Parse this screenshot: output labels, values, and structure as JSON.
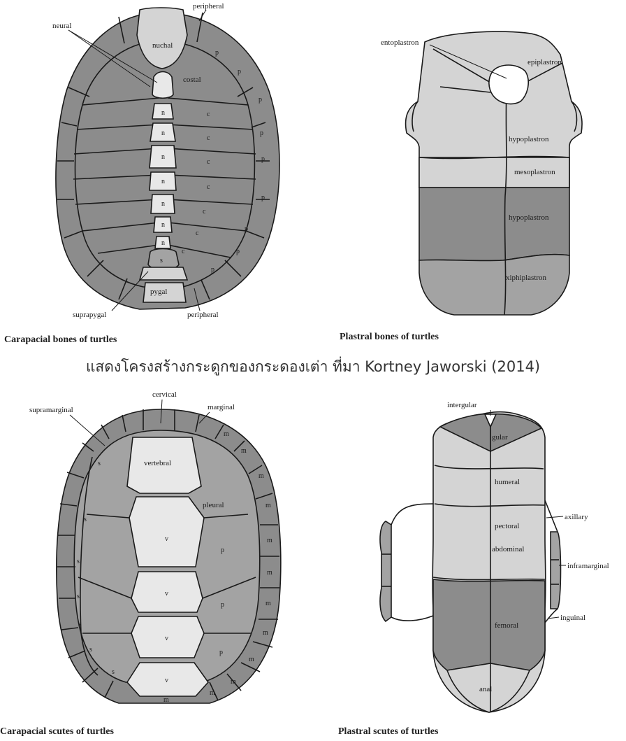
{
  "panels": {
    "carapacial_bones": {
      "caption": "Carapacial bones of turtles",
      "labels": {
        "peripheral_top": "peripheral",
        "neural": "neural",
        "nuchal": "nuchal",
        "costal": "costal",
        "n": "n",
        "c": "c",
        "p": "p",
        "s": "s",
        "pygal": "pygal",
        "suprapygal": "suprapygal",
        "peripheral_bottom": "peripheral"
      }
    },
    "plastral_bones": {
      "caption": "Plastral bones of turtles",
      "labels": {
        "entoplastron": "entoplastron",
        "epiplastron": "epiplastron",
        "hypoplastron_upper": "hypoplastron",
        "mesoplastron": "mesoplastron",
        "hypoplastron_lower": "hypoplastron",
        "xiphiplastron": "xiphiplastron"
      }
    },
    "carapacial_scutes": {
      "caption": "Carapacial scutes of turtles",
      "labels": {
        "cervical": "cervical",
        "supramarginal": "supramarginal",
        "marginal": "marginal",
        "vertebral": "vertebral",
        "pleural": "pleural",
        "v": "v",
        "p": "p",
        "m": "m",
        "s": "s"
      }
    },
    "plastral_scutes": {
      "caption": "Plastral scutes of turtles",
      "labels": {
        "intergular": "intergular",
        "gular": "gular",
        "humeral": "humeral",
        "axillary": "axillary",
        "pectoral": "pectoral",
        "abdominal": "abdominal",
        "inframarginal": "inframarginal",
        "femoral": "femoral",
        "inguinal": "inguinal",
        "anal": "anal"
      }
    }
  },
  "source_line": "แสดงโครงสร้างกระดูกของกระดองเต่า ที่มา Kortney Jaworski (2014)"
}
